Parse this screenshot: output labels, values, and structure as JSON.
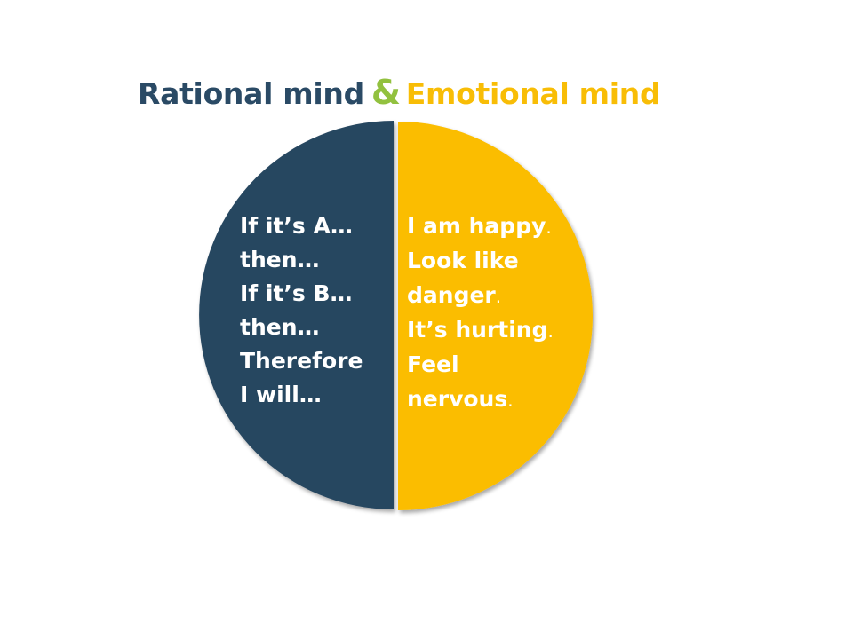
{
  "title": {
    "rational": "Rational mind",
    "ampersand": "&",
    "emotional": "Emotional mind"
  },
  "diagram": {
    "left": {
      "name": "Rational mind",
      "color": "#284761",
      "lines": [
        "If it’s A…",
        "then…",
        "If it’s B…",
        "then…",
        "Therefore",
        "I will…"
      ]
    },
    "right": {
      "name": "Emotional mind",
      "color": "#fbbd05",
      "lines": [
        {
          "text": "I am happy",
          "tail": "."
        },
        {
          "text": "Look like",
          "tail": ""
        },
        {
          "text": "danger",
          "tail": "."
        },
        {
          "text": "It’s hurting",
          "tail": "."
        },
        {
          "text": "Feel",
          "tail": ""
        },
        {
          "text": "nervous",
          "tail": "."
        }
      ]
    },
    "title_colors": {
      "rational": "#2a4a65",
      "ampersand": "#92c13f",
      "emotional": "#f8bd06"
    }
  }
}
